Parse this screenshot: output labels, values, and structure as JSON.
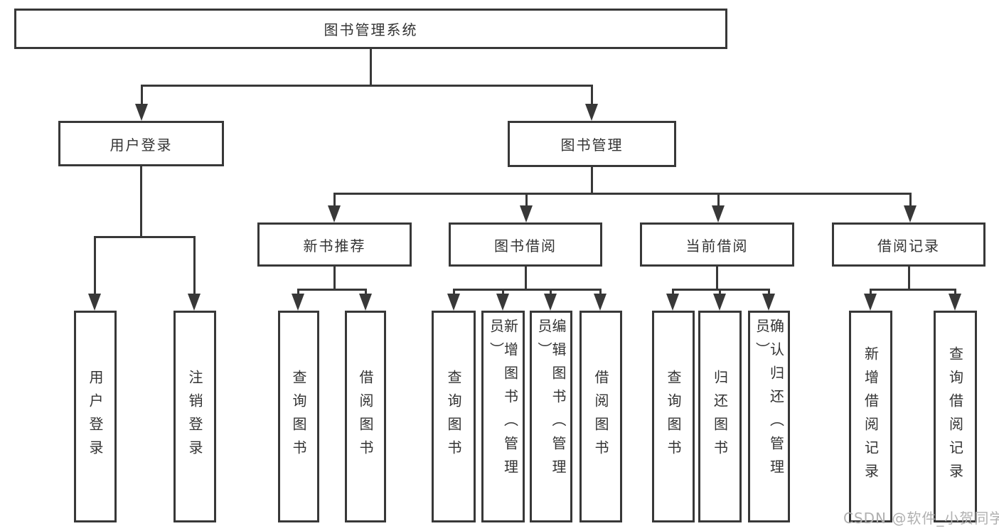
{
  "tree": {
    "root": {
      "label": "图书管理系统"
    },
    "branches": [
      {
        "label": "用户登录",
        "children": [
          {
            "label": "用户登录"
          },
          {
            "label": "注销登录"
          }
        ]
      },
      {
        "label": "图书管理",
        "children": [
          {
            "label": "新书推荐",
            "children": [
              {
                "label": "查询图书"
              },
              {
                "label": "借阅图书"
              }
            ]
          },
          {
            "label": "图书借阅",
            "children": [
              {
                "label": "查询图书"
              },
              {
                "label": "新增图书（管理员）"
              },
              {
                "label": "编辑图书（管理员）"
              },
              {
                "label": "借阅图书"
              }
            ]
          },
          {
            "label": "当前借阅",
            "children": [
              {
                "label": "查询图书"
              },
              {
                "label": "归还图书"
              },
              {
                "label": "确认归还（管理员）"
              }
            ]
          },
          {
            "label": "借阅记录",
            "children": [
              {
                "label": "新增借阅记录"
              },
              {
                "label": "查询借阅记录"
              }
            ]
          }
        ]
      }
    ]
  },
  "watermark": {
    "text": "CSDN @软件_小贺同学"
  },
  "colors": {
    "line": "#383838",
    "text": "#333333",
    "watermark": "#b0b0b0",
    "background": "#ffffff"
  }
}
